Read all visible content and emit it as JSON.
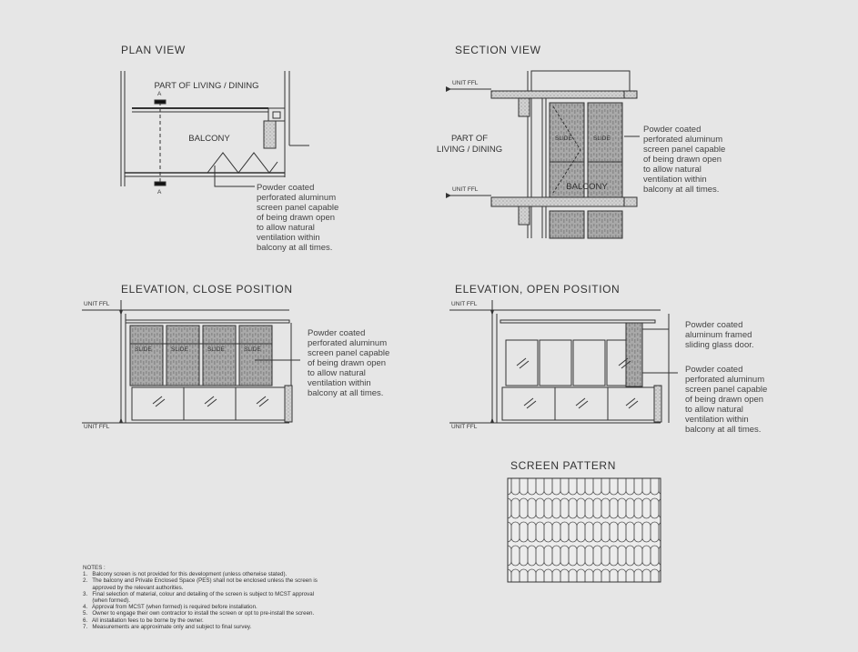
{
  "plan": {
    "title": "PLAN VIEW",
    "room_label": "PART OF LIVING / DINING",
    "balcony_label": "BALCONY",
    "section_marker": "A",
    "note_lines": [
      "Powder coated",
      "perforated aluminum",
      "screen panel capable",
      "of being drawn open",
      "to allow natural",
      "ventilation within",
      "balcony at all times."
    ]
  },
  "section": {
    "title": "SECTION VIEW",
    "ffl_label": "UNIT FFL",
    "room_label_lines": [
      "PART OF",
      "LIVING / DINING"
    ],
    "balcony_label": "BALCONY",
    "slide_label": "SLIDE",
    "note_lines": [
      "Powder coated",
      "perforated aluminum",
      "screen panel capable",
      "of being drawn open",
      "to allow natural",
      "ventilation within",
      "balcony at all times."
    ]
  },
  "elev_close": {
    "title": "ELEVATION, CLOSE POSITION",
    "ffl_label": "UNIT FFL",
    "slide_label": "SLIDE",
    "note_lines": [
      "Powder coated",
      "perforated aluminum",
      "screen panel capable",
      "of being drawn open",
      "to allow natural",
      "ventilation within",
      "balcony at all times."
    ]
  },
  "elev_open": {
    "title": "ELEVATION, OPEN POSITION",
    "ffl_label": "UNIT FFL",
    "door_note_lines": [
      "Powder coated",
      "aluminum framed",
      "sliding glass door."
    ],
    "screen_note_lines": [
      "Powder coated",
      "perforated aluminum",
      "screen panel capable",
      "of being drawn open",
      "to allow natural",
      "ventilation within",
      "balcony at all times."
    ]
  },
  "pattern": {
    "title": "SCREEN PATTERN"
  },
  "notes": {
    "heading": "NOTES :",
    "items": [
      "1.   Balcony screen is not provided for this development (unless otherwise stated).",
      "2.   The balcony and Private Enclosed Space (PES) shall not be enclosed unless the screen is",
      "      approved by the relevant authorities.",
      "3.   Final selection of material, colour and detailing of the screen is subject to MCST approval",
      "      (when formed).",
      "4.   Approval from MCST (when formed) is required before installation.",
      "5.   Owner to engage their own contractor to install the screen or opt to pre-install the screen.",
      "6.   All installation fees to be borne by the owner.",
      "7.   Measurements are approximate only and subject to final survey."
    ]
  }
}
